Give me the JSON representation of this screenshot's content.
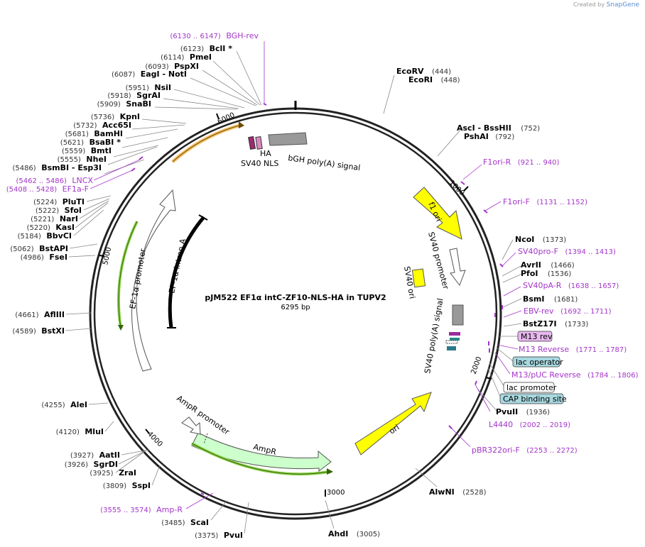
{
  "credit": {
    "prefix": "Created by",
    "brand": "SnapGene"
  },
  "plasmid": {
    "name": "pJM522 EF1α intC-ZF10-NLS-HA in TUPV2",
    "size": "6295 bp"
  },
  "ticks": [
    "1000",
    "2000",
    "3000",
    "4000",
    "5000",
    "6000"
  ],
  "colors": {
    "promoter": "#ffffff",
    "yellow": "#ffff00",
    "green": "#ccffcc",
    "ori": "#ffff00",
    "primer": "#a335c8",
    "grey": "#999999"
  },
  "features": {
    "ef1a_promoter": "EF-1α promoter",
    "ef1a_intron": "EF-1α intron A",
    "f1_ori": "f1 ori",
    "sv40_promoter": "SV40 promoter",
    "sv40_ori": "SV40 ori",
    "sv40_polya": "SV40 poly(A) signal",
    "ori": "ori",
    "ampr": "AmpR",
    "ampr_promoter": "AmpR promoter",
    "ha": "HA",
    "sv40_nls": "SV40 NLS",
    "bgh_polya": "bGH poly(A) signal"
  },
  "boxed": [
    {
      "text": "M13 rev",
      "fill": "#e8b8f0"
    },
    {
      "text": "lac operator",
      "fill": "#a8d8e0"
    },
    {
      "text": "lac promoter",
      "fill": "#ffffff"
    },
    {
      "text": "CAP binding site",
      "fill": "#a8d8e0"
    }
  ],
  "right_labels": [
    {
      "enz": "EcoRV",
      "pos": "(444)"
    },
    {
      "enz": "EcoRI",
      "pos": "(448)"
    },
    {
      "enz": "AscI",
      "sep": " - ",
      "enz2": "BssHII",
      "pos": "(752)"
    },
    {
      "enz": "PshAI",
      "pos": "(792)"
    },
    {
      "prim": "F1ori-R",
      "pos": "(921 .. 940)"
    },
    {
      "prim": "F1ori-F",
      "pos": "(1131 .. 1152)"
    },
    {
      "enz": "NcoI",
      "pos": "(1373)"
    },
    {
      "prim": "SV40pro-F",
      "pos": "(1394 .. 1413)"
    },
    {
      "enz": "AvrII",
      "pos": "(1466)"
    },
    {
      "enz": "PfoI",
      "pos": "(1536)"
    },
    {
      "prim": "SV40pA-R",
      "pos": "(1638 .. 1657)"
    },
    {
      "enz": "BsmI",
      "pos": "(1681)"
    },
    {
      "prim": "EBV-rev",
      "pos": "(1692 .. 1711)"
    },
    {
      "enz": "BstZ17I",
      "pos": "(1733)"
    },
    {
      "prim": "M13 Reverse",
      "pos": "(1771 .. 1787)"
    },
    {
      "prim": "M13/pUC Reverse",
      "pos": "(1784 .. 1806)"
    },
    {
      "enz": "PvuII",
      "pos": "(1936)"
    },
    {
      "prim": "L4440",
      "pos": "(2002 .. 2019)"
    },
    {
      "prim": "pBR322ori-F",
      "pos": "(2253 .. 2272)"
    },
    {
      "enz": "AlwNI",
      "pos": "(2528)"
    },
    {
      "enz": "AhdI",
      "pos": "(3005)"
    }
  ],
  "left_labels": [
    {
      "prim": "BGH-rev",
      "pos": "(6130 .. 6147)"
    },
    {
      "enz": "BclI",
      "star": " *",
      "pos": "(6123)"
    },
    {
      "enz": "PmeI",
      "pos": "(6114)"
    },
    {
      "enz": "PspXI",
      "pos": "(6093)"
    },
    {
      "enz": "EagI",
      "sep": " - ",
      "enz2": "NotI",
      "pos": "(6087)"
    },
    {
      "enz": "NsiI",
      "pos": "(5951)"
    },
    {
      "enz": "SgrAI",
      "pos": "(5918)"
    },
    {
      "enz": "SnaBI",
      "pos": "(5909)"
    },
    {
      "enz": "KpnI",
      "pos": "(5736)"
    },
    {
      "enz": "Acc65I",
      "pos": "(5732)"
    },
    {
      "enz": "BamHI",
      "pos": "(5681)"
    },
    {
      "enz": "BsaBI",
      "star": " *",
      "pos": "(5621)"
    },
    {
      "enz": "BmtI",
      "pos": "(5559)"
    },
    {
      "enz": "NheI",
      "pos": "(5555)"
    },
    {
      "enz": "BsmBI",
      "sep": " - ",
      "enz2": "Esp3I",
      "pos": "(5486)"
    },
    {
      "prim": "LNCX",
      "pos": "(5462 .. 5486)"
    },
    {
      "prim": "EF1a-F",
      "pos": "(5408 .. 5428)"
    },
    {
      "enz": "PluTI",
      "pos": "(5224)"
    },
    {
      "enz": "SfoI",
      "pos": "(5222)"
    },
    {
      "enz": "NarI",
      "pos": "(5221)"
    },
    {
      "enz": "KasI",
      "pos": "(5220)"
    },
    {
      "enz": "BbvCI",
      "pos": "(5184)"
    },
    {
      "enz": "BstAPI",
      "pos": "(5062)"
    },
    {
      "enz": "FseI",
      "pos": "(4986)"
    },
    {
      "enz": "AflIII",
      "pos": "(4661)"
    },
    {
      "enz": "BstXI",
      "pos": "(4589)"
    },
    {
      "enz": "AleI",
      "pos": "(4255)"
    },
    {
      "enz": "MluI",
      "pos": "(4120)"
    },
    {
      "enz": "AatII",
      "pos": "(3927)"
    },
    {
      "enz": "SgrDI",
      "pos": "(3926)"
    },
    {
      "enz": "ZraI",
      "pos": "(3925)"
    },
    {
      "enz": "SspI",
      "pos": "(3809)"
    },
    {
      "prim": "Amp-R",
      "pos": "(3555 .. 3574)"
    },
    {
      "enz": "ScaI",
      "pos": "(3485)"
    },
    {
      "enz": "PvuI",
      "pos": "(3375)"
    }
  ]
}
